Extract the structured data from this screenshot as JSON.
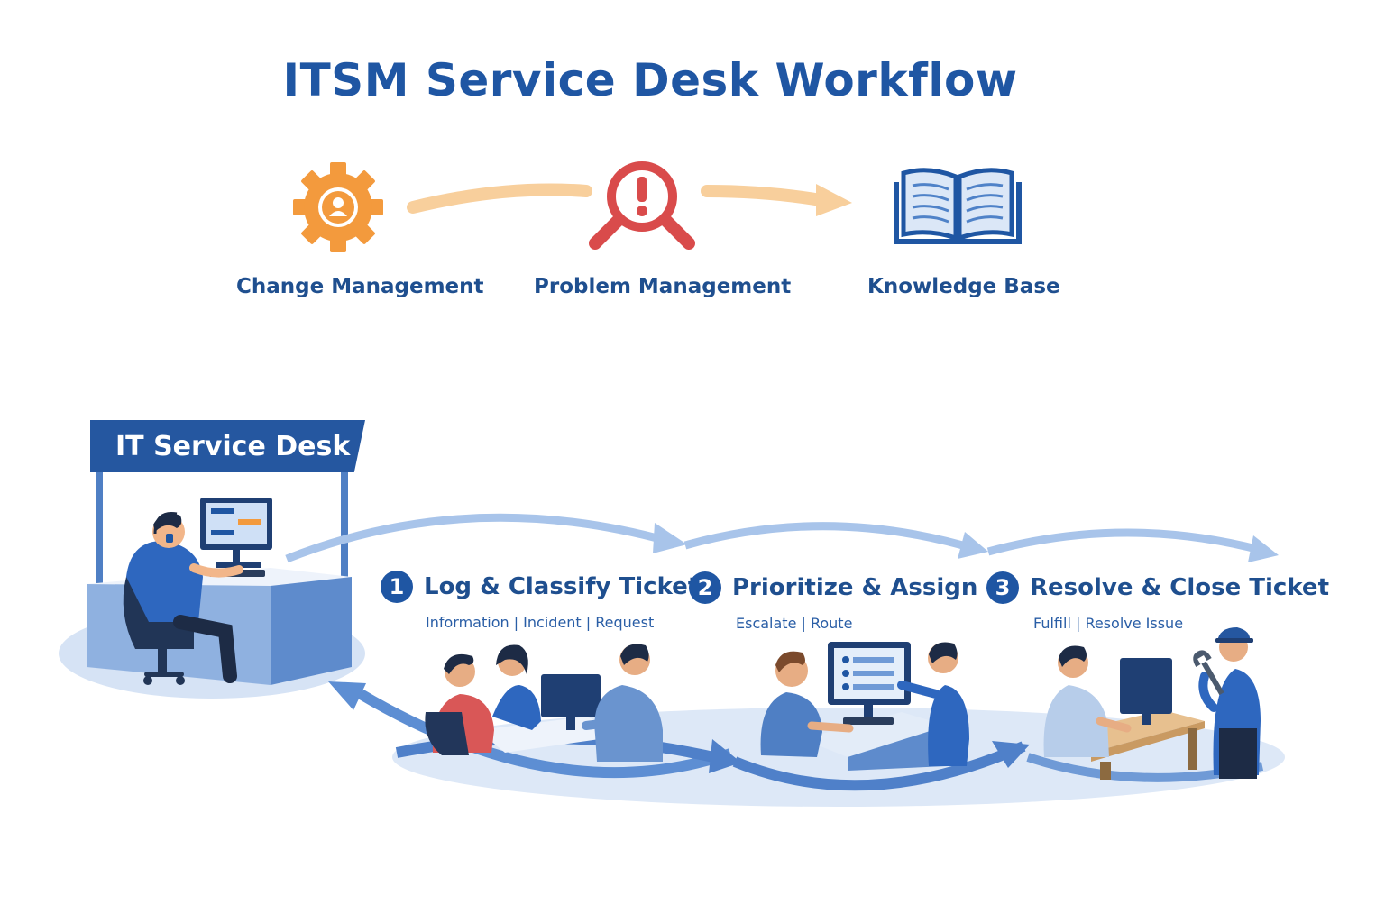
{
  "title": "ITSM Service Desk Workflow",
  "top": {
    "change": "Change Management",
    "problem": "Problem Management",
    "kb": "Knowledge Base"
  },
  "desk": {
    "banner": "IT Service Desk"
  },
  "steps": [
    {
      "num": "1",
      "label": "Log & Classify Ticket",
      "sub": "Information | Incident | Request"
    },
    {
      "num": "2",
      "label": "Prioritize & Assign",
      "sub": "Escalate | Route"
    },
    {
      "num": "3",
      "label": "Resolve & Close Ticket",
      "sub": "Fulfill | Resolve Issue"
    }
  ],
  "colors": {
    "primary": "#1f56a3",
    "gear": "#f39a3d",
    "problem": "#d94b4b",
    "arrow_light": "#f8cf9c",
    "flow_blue": "#6f9ad6"
  }
}
